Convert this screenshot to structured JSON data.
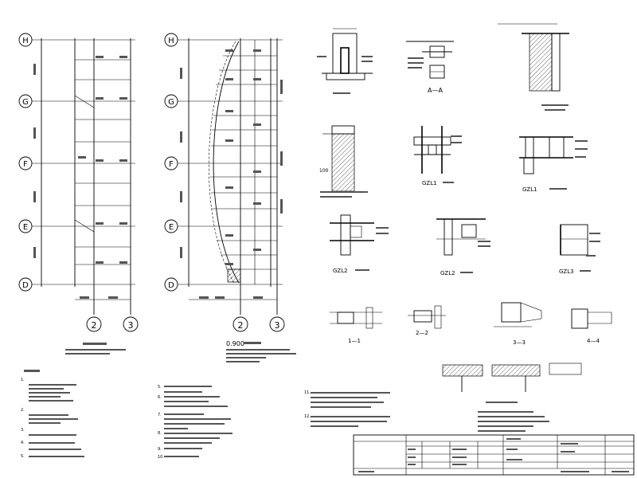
{
  "drawing": {
    "grid_axes_rows": [
      "H",
      "G",
      "F",
      "E",
      "D"
    ],
    "grid_axes_cols": [
      "2",
      "3"
    ],
    "plan_elevation_label": "0.900",
    "section_labels": {
      "a": "A—A",
      "s1": "1—1",
      "s2": "2—2",
      "s3": "3—3",
      "s4": "4—4"
    },
    "detail_labels": {
      "gzl1": "GZL1",
      "gzl2": "GZL2",
      "gzl3": "GZL3"
    },
    "note_numbers": [
      "1.",
      "2.",
      "3.",
      "4.",
      "5.",
      "6.",
      "7.",
      "8.",
      "9.",
      "10.",
      "11.",
      "12."
    ],
    "dimension_values": [
      "100"
    ]
  }
}
